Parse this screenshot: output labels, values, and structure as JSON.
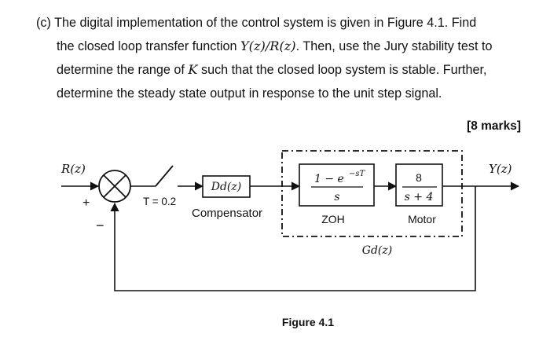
{
  "question": {
    "line1_prefix": "(c) The digital implementation of the control system is given in Figure 4.1. Find",
    "line2_part1": "the closed loop transfer function ",
    "line2_tf": "Y(z)/R(z)",
    "line2_part2": ". Then, use the Jury stability test to",
    "line3_part1": "determine the range of ",
    "line3_K": "K",
    "line3_part2": " such that the closed loop system is stable. Further,",
    "line4": "determine the steady state output in response to the unit step signal."
  },
  "marks": "[8 marks]",
  "diagram": {
    "input_label": "R(z)",
    "output_label": "Y(z)",
    "plus_sign": "+",
    "minus_sign": "−",
    "sampler_label": "T = 0.2",
    "compensator_block": "Dd(z)",
    "compensator_label": "Compensator",
    "zoh_numerator": "1 − e",
    "zoh_exponent": "−sT",
    "zoh_denominator": "s",
    "zoh_label": "ZOH",
    "plant_numerator": "8",
    "plant_denominator": "s + 4",
    "plant_label": "Motor",
    "plant_group_label": "Gd(z)"
  },
  "caption": "Figure 4.1"
}
